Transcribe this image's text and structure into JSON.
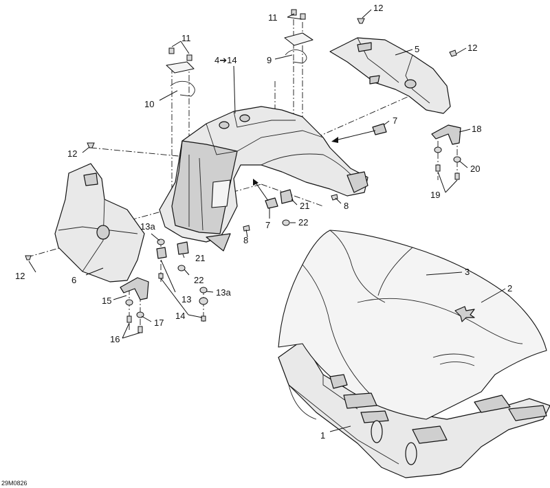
{
  "drawing_code": "29M0826",
  "callouts": {
    "c1": "1",
    "c2": "2",
    "c3": "3",
    "c4_14": "4➔14",
    "c5": "5",
    "c6": "6",
    "c7_right": "7",
    "c7_left": "7",
    "c8_right": "8",
    "c8_left": "8",
    "c9": "9",
    "c10": "10",
    "c11_left": "11",
    "c11_top": "11",
    "c12_top": "12",
    "c12_right": "12",
    "c12_left_top": "12",
    "c12_left_bottom": "12",
    "c13": "13",
    "c13a_left": "13a",
    "c13a_right": "13a",
    "c14": "14",
    "c15": "15",
    "c16": "16",
    "c17": "17",
    "c18": "18",
    "c19": "19",
    "c20": "20",
    "c21_right": "21",
    "c21_left": "21",
    "c22_right": "22",
    "c22_left": "22"
  }
}
